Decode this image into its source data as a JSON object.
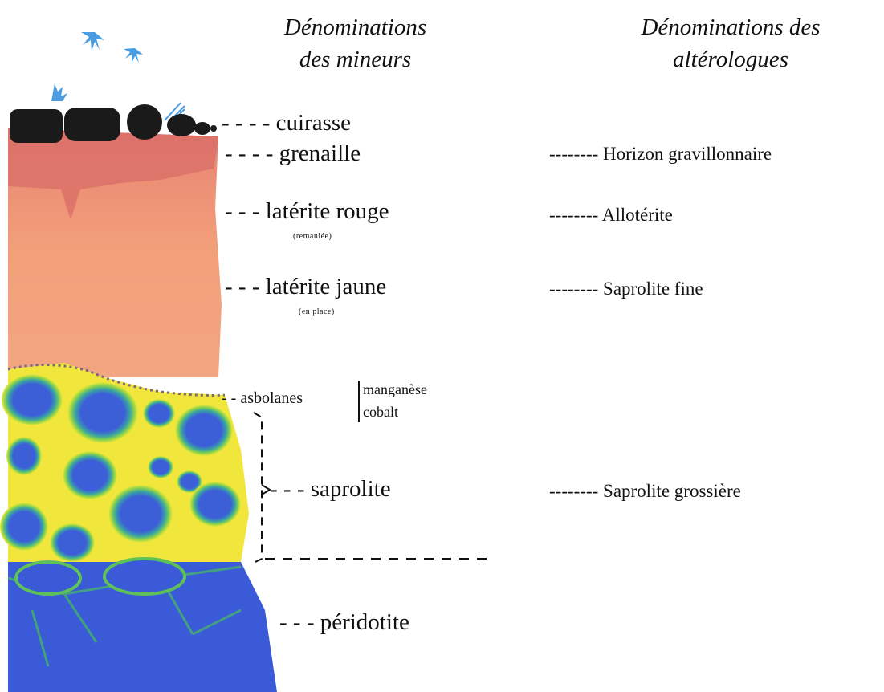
{
  "headers": {
    "miners": [
      "Dénominations",
      "des mineurs"
    ],
    "alterologists": [
      "Dénominations des",
      "altérologues"
    ]
  },
  "miner_labels": {
    "cuirasse": "- - - - cuirasse",
    "grenaille": "- - - - grenaille",
    "laterite_rouge": "- - - latérite rouge",
    "laterite_rouge_note": "(remaniée)",
    "laterite_jaune": "- - - latérite jaune",
    "laterite_jaune_note": "(en place)",
    "asbolanes": "- - asbolanes",
    "manganese": "manganèse",
    "cobalt": "cobalt",
    "saprolite": "- - - saprolite",
    "peridotite": "- - - péridotite"
  },
  "alterologist_labels": {
    "horizon": "-------- Horizon gravillonnaire",
    "alloterite": "-------- Allotérite",
    "saprolite_fine": "-------- Saprolite fine",
    "saprolite_grossiere": "-------- Saprolite grossière"
  },
  "colors": {
    "cuirasse": "#1a1a1a",
    "grenaille": "#d9736a",
    "laterite_rouge": "#eb8c72",
    "laterite_jaune": "#f5a377",
    "saprolite_matrix": "#f0e640",
    "bedrock": "#3b5fd6",
    "rim": "#4fb35a",
    "vegetation": "#4a9be0"
  }
}
